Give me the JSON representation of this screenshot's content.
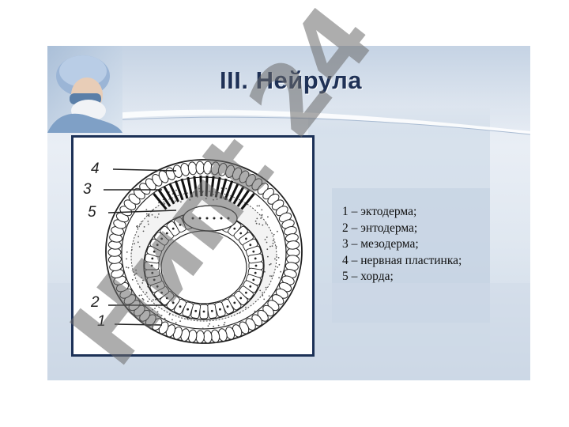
{
  "slide": {
    "title": "III. Нейрула"
  },
  "figure": {
    "labels": [
      "4",
      "3",
      "5",
      "2",
      "1"
    ]
  },
  "legend": {
    "items": [
      "1 – эктодерма;",
      "2 – энтодерма;",
      "3 – мезодерма;",
      "4 – нервная пластинка;",
      "5 – хорда;"
    ]
  },
  "watermark": {
    "text": "Нипt 24"
  },
  "colors": {
    "frame": "#1c3157",
    "title": "#1f3156",
    "watermark_dark": "#6b6b6b",
    "watermark_accent": "#b05cc0"
  },
  "icons": {
    "photo": "surgeon-photo-icon"
  }
}
